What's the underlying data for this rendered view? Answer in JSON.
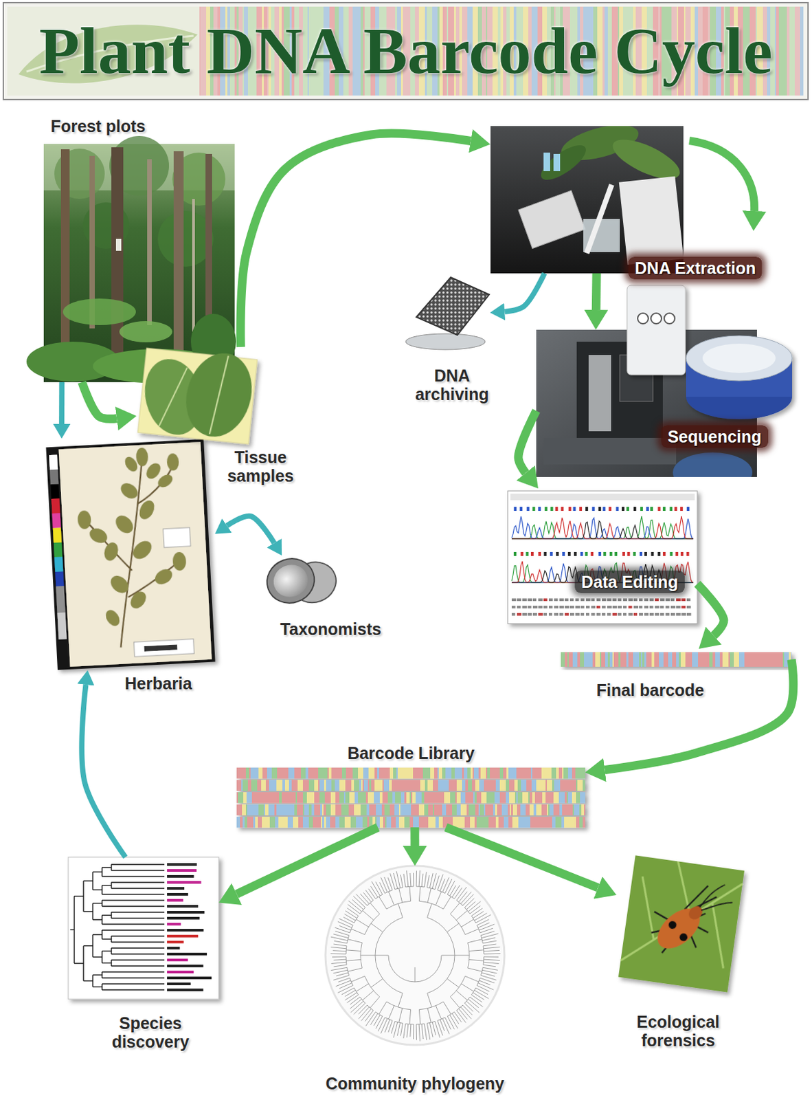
{
  "diagram": {
    "title": "Plant DNA Barcode Cycle",
    "nodes": [
      {
        "text": [
          "Forest plots"
        ]
      },
      {
        "text": [
          "Tissue samples"
        ]
      },
      {
        "text": [
          "Herbaria"
        ]
      },
      {
        "text": [
          "Taxonomists"
        ]
      },
      {
        "text": [
          "DNA Extraction"
        ]
      },
      {
        "text": [
          "DNA archiving"
        ]
      },
      {
        "text": [
          "Sequencing"
        ]
      },
      {
        "text": [
          "Data Editing"
        ]
      },
      {
        "text": [
          "Final barcode"
        ]
      },
      {
        "text": [
          "Barcode Library"
        ]
      },
      {
        "text": [
          "Species discovery"
        ]
      },
      {
        "text": [
          "Community phylogeny"
        ]
      },
      {
        "text": [
          "Ecological forensics"
        ]
      }
    ],
    "edges": [
      {
        "from": 0,
        "to": 2,
        "arrow": "to"
      },
      {
        "from": 0,
        "to": 1,
        "arrow": "to"
      },
      {
        "from": 1,
        "to": 4,
        "arrow": "to"
      },
      {
        "from": 4,
        "to": 5,
        "arrow": "to"
      },
      {
        "from": 2,
        "to": 3,
        "arrow": "both"
      },
      {
        "from": 4,
        "to": 6,
        "arrow": "to"
      },
      {
        "from": 6,
        "to": 7,
        "arrow": "to"
      },
      {
        "from": 7,
        "to": 8,
        "arrow": "to"
      },
      {
        "from": 8,
        "to": 9,
        "arrow": "to"
      },
      {
        "from": 9,
        "to": 10,
        "arrow": "to"
      },
      {
        "from": 9,
        "to": 11,
        "arrow": "to"
      },
      {
        "from": 9,
        "to": 12,
        "arrow": "to"
      },
      {
        "from": 10,
        "to": 2,
        "arrow": "to"
      }
    ]
  }
}
